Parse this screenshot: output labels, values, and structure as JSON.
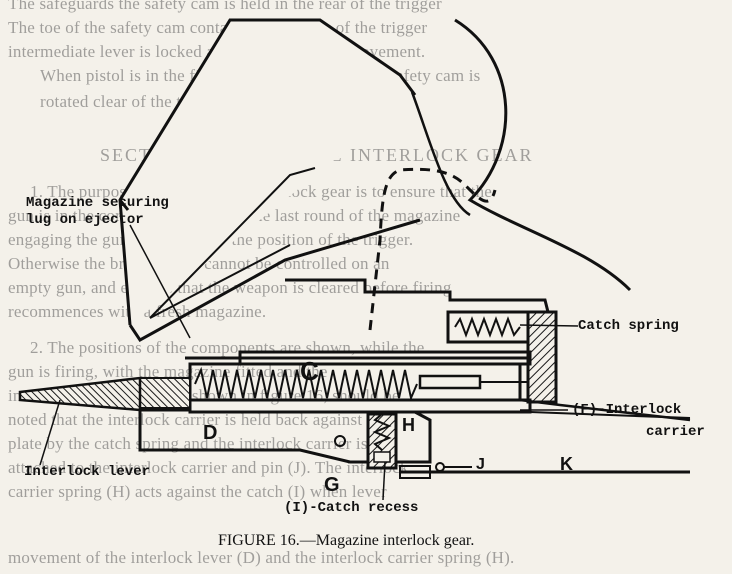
{
  "background_text": {
    "lines": [
      "The safeguards the safety cam is held in the rear of the trigger",
      "The toe of the safety cam contains the rear toe of the trigger",
      "intermediate lever is locked and prevented from movement.",
      "When pistol is in the fire position (see fig 15) the safety cam is",
      "rotated clear of the trigger intermediate lever.",
      "1. The purpose of the magazine interlock gear is to ensure that the",
      "gun is in the correct position after the last round of the magazine",
      "engaging the gun, regardless of the position of the trigger.",
      "Otherwise the breech block cannot be controlled on an",
      "empty gun, and ensures that the weapon is cleared before firing",
      "recommences with a fresh magazine.",
      "2. The positions of the components are shown, while the",
      "gun is firing, with the magazine fitted and the",
      "interlock carrier, which is shown in figure 16, should be",
      "noted that the interlock carrier is held back against the",
      "plate by the catch spring and the interlock carrier is",
      "attached to the interlock carrier and pin (J). The interlock",
      "carrier spring (H) acts against the catch (I) when lever",
      "movement of the interlock lever (D) and the interlock carrier spring (H)."
    ],
    "heading": "SECTION D—MAGAZINE INTERLOCK GEAR"
  },
  "labels": {
    "magazine_lug": "Magazine securing\nlug on ejector",
    "catch_spring": "Catch spring",
    "interlock_carrier_1": "(F)-Interlock",
    "interlock_carrier_2": "carrier",
    "interlock_lever": "Interlock lever",
    "catch_recess": "(I)-Catch recess"
  },
  "part_letters": {
    "C": "C",
    "D": "D",
    "H": "H",
    "G": "G",
    "J": "J",
    "K": "K"
  },
  "caption": "FIGURE 16.—Magazine interlock gear."
}
